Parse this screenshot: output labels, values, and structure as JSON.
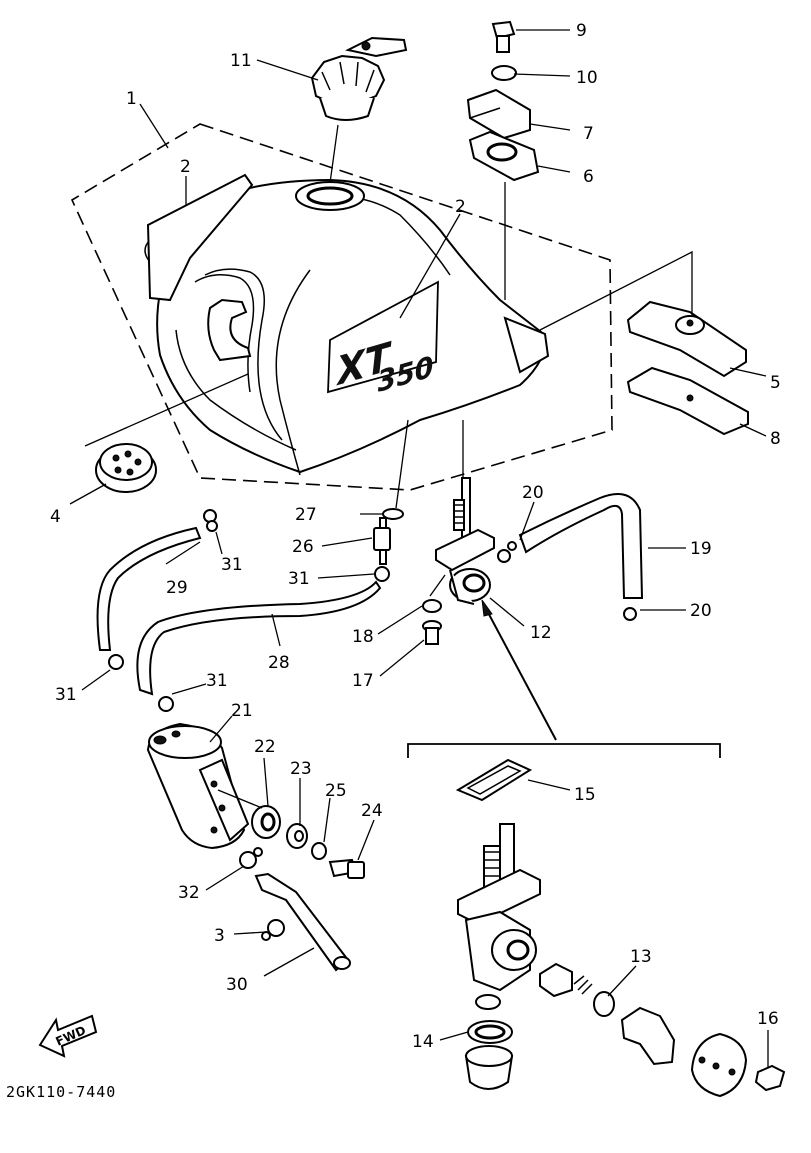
{
  "diagram_code": "2GK110-7440",
  "fwd_label": "FWD",
  "tank_logo_top": "XT",
  "tank_logo_bottom": "350",
  "callouts": [
    {
      "id": "c1",
      "text": "1"
    },
    {
      "id": "c2a",
      "text": "2"
    },
    {
      "id": "c2b",
      "text": "2"
    },
    {
      "id": "c3",
      "text": "3"
    },
    {
      "id": "c4",
      "text": "4"
    },
    {
      "id": "c5",
      "text": "5"
    },
    {
      "id": "c6",
      "text": "6"
    },
    {
      "id": "c7",
      "text": "7"
    },
    {
      "id": "c8",
      "text": "8"
    },
    {
      "id": "c9",
      "text": "9"
    },
    {
      "id": "c10",
      "text": "10"
    },
    {
      "id": "c11",
      "text": "11"
    },
    {
      "id": "c12",
      "text": "12"
    },
    {
      "id": "c13",
      "text": "13"
    },
    {
      "id": "c14",
      "text": "14"
    },
    {
      "id": "c15",
      "text": "15"
    },
    {
      "id": "c16",
      "text": "16"
    },
    {
      "id": "c17",
      "text": "17"
    },
    {
      "id": "c18",
      "text": "18"
    },
    {
      "id": "c19",
      "text": "19"
    },
    {
      "id": "c20a",
      "text": "20"
    },
    {
      "id": "c20b",
      "text": "20"
    },
    {
      "id": "c21",
      "text": "21"
    },
    {
      "id": "c22",
      "text": "22"
    },
    {
      "id": "c23",
      "text": "23"
    },
    {
      "id": "c24",
      "text": "24"
    },
    {
      "id": "c25",
      "text": "25"
    },
    {
      "id": "c26",
      "text": "26"
    },
    {
      "id": "c27",
      "text": "27"
    },
    {
      "id": "c28",
      "text": "28"
    },
    {
      "id": "c29",
      "text": "29"
    },
    {
      "id": "c30",
      "text": "30"
    },
    {
      "id": "c31a",
      "text": "31"
    },
    {
      "id": "c31b",
      "text": "31"
    },
    {
      "id": "c31c",
      "text": "31"
    },
    {
      "id": "c31d",
      "text": "31"
    },
    {
      "id": "c32",
      "text": "32"
    }
  ]
}
